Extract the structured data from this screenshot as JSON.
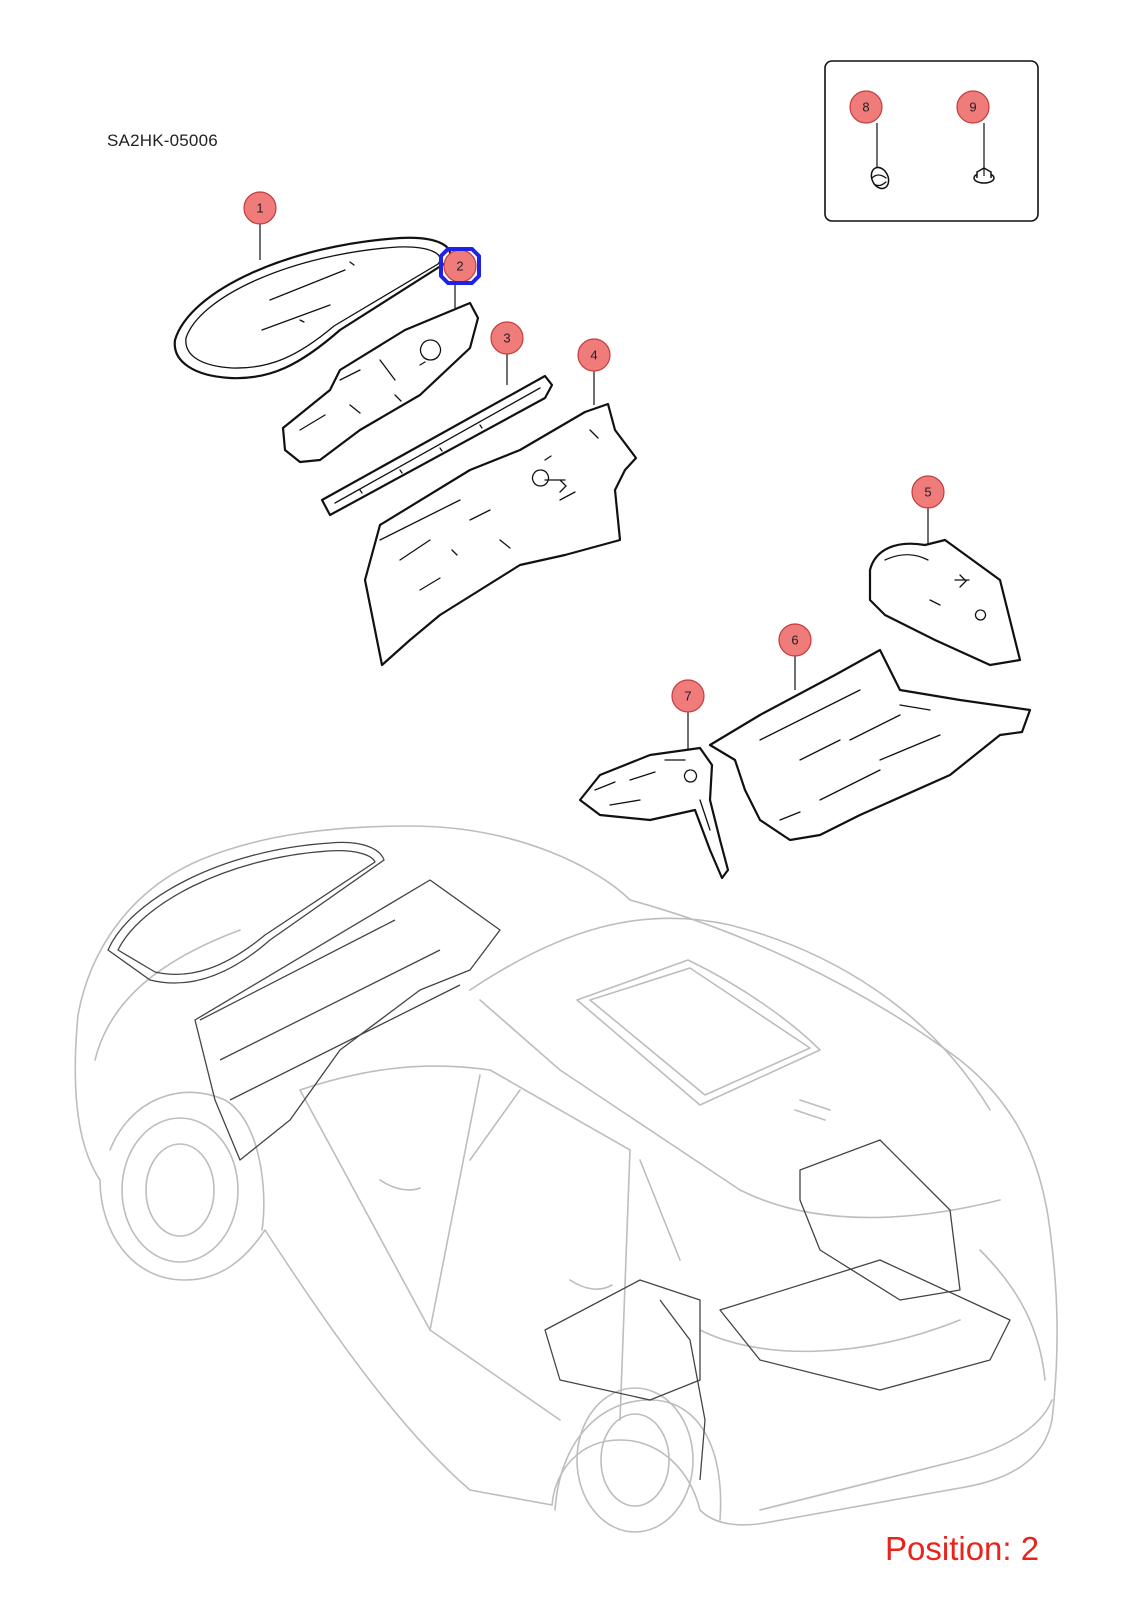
{
  "diagram_code": "SA2HK-05006",
  "position_label": "Position: 2",
  "selected_callout": "2",
  "colors": {
    "callout_fill": "#f07b7b",
    "callout_stroke": "#c43c3c",
    "selection_box": "#1e22e6",
    "position_text": "#e8241d",
    "car_outline": "#bdbdbd"
  },
  "callouts": [
    {
      "id": "callout-1",
      "label": "1"
    },
    {
      "id": "callout-2",
      "label": "2"
    },
    {
      "id": "callout-3",
      "label": "3"
    },
    {
      "id": "callout-4",
      "label": "4"
    },
    {
      "id": "callout-5",
      "label": "5"
    },
    {
      "id": "callout-6",
      "label": "6"
    },
    {
      "id": "callout-7",
      "label": "7"
    },
    {
      "id": "callout-8",
      "label": "8"
    },
    {
      "id": "callout-9",
      "label": "9"
    }
  ]
}
